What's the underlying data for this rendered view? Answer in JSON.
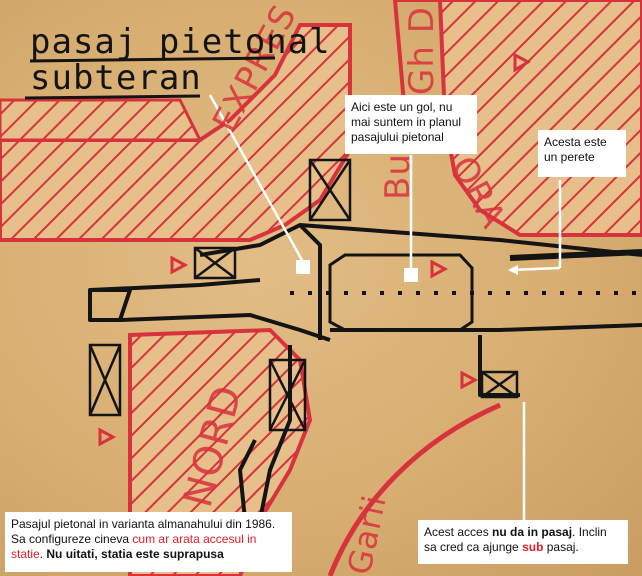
{
  "map": {
    "title_line1": "pasaj pietonal",
    "title_line2": "subteran",
    "street_labels": {
      "express": "EXPRES",
      "nord": "NORD",
      "gh_d": "Gh D",
      "bu": "Bu",
      "ora": "ORA",
      "garii": "Garii"
    }
  },
  "notes": {
    "gap": {
      "text": "Aici este un gol, nu mai suntem in planul pasajului pietonal"
    },
    "wall": {
      "text": "Acesta este un perete"
    },
    "almanac": {
      "part1": "Pasajul pietonal in varianta almanahului din 1986. Sa configureze cineva ",
      "red": "cum ar arata accesul in statie",
      "part2": ". ",
      "bold": "Nu uitati, statia este suprapusa"
    },
    "access": {
      "part1": "Acest acces ",
      "bold1": "nu da in pasaj",
      "part2": ". Inclin sa cred ca ajunge ",
      "red_bold": "sub",
      "part3": " pasaj."
    }
  },
  "colors": {
    "paper": "#d9b27a",
    "hatch_red": "#d8323c",
    "ink": "#141414",
    "note_bg": "#ffffff",
    "highlight_red": "#e0202a"
  }
}
